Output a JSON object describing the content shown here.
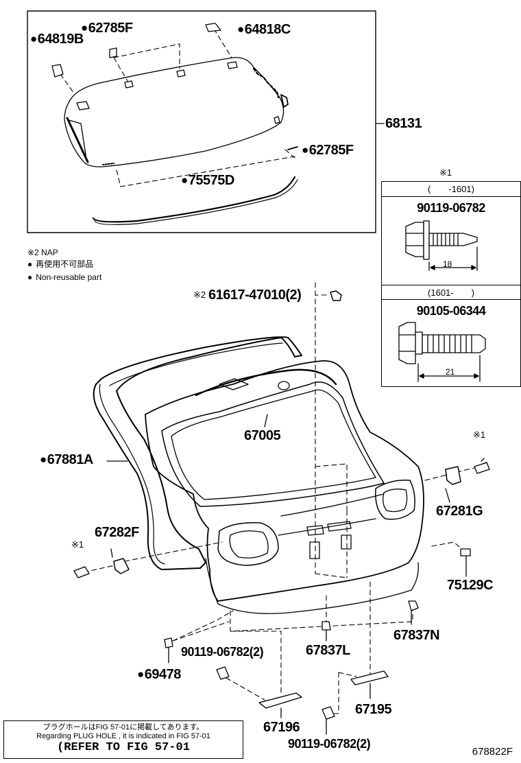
{
  "callouts": {
    "p64819B": "64819B",
    "p62785F_top": "62785F",
    "p64818C": "64818C",
    "p68131": "68131",
    "p62785F_right": "62785F",
    "p75575D": "75575D",
    "p61617": "61617-47010(2)",
    "p67005": "67005",
    "p67881A": "67881A",
    "p67281G": "67281G",
    "p67282F": "67282F",
    "p75129C": "75129C",
    "p67837N": "67837N",
    "p67837L": "67837L",
    "p90119_a": "90119-06782(2)",
    "p69478": "69478",
    "p67195": "67195",
    "p67196": "67196",
    "p90119_b": "90119-06782(2)"
  },
  "marks": {
    "note1": "※1",
    "note2": "※2",
    "note1_left": "※1",
    "note1_right": "※1"
  },
  "legend": {
    "nap": "※2 NAP",
    "jp": "再使用不可部品",
    "en": "Non-reusable part"
  },
  "bolt_note": {
    "mark": "※1",
    "range1": "(　　-1601)",
    "part1": "90119-06782",
    "dim1": "18",
    "range2": "(1601-　　)",
    "part2": "90105-06344",
    "dim2": "21"
  },
  "reference": {
    "jp": "プラグホールはFIG 57-01に掲載してあります。",
    "en": "Regarding  PLUG  HOLE , it is indicated in  FIG  57-01",
    "main": "(REFER TO FIG 57-01"
  },
  "figure_id": "678822F"
}
